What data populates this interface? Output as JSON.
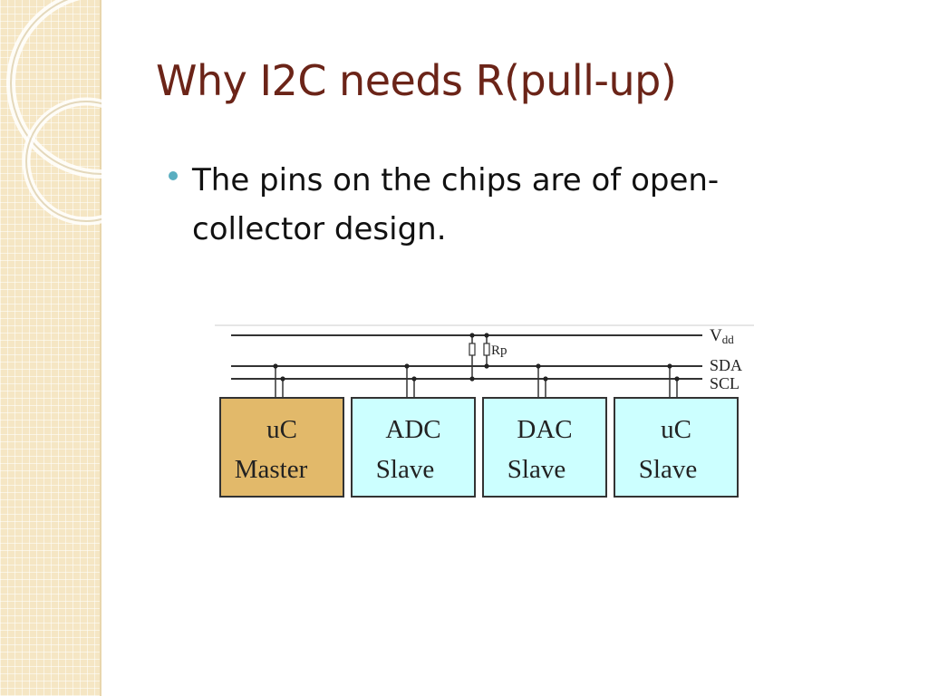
{
  "slide": {
    "title": "Why I2C needs R(pull-up)",
    "bullets": [
      "The pins on the chips are of open-collector design."
    ]
  },
  "diagram": {
    "bus_labels": {
      "vdd_main": "V",
      "vdd_sub": "dd",
      "sda": "SDA",
      "scl": "SCL"
    },
    "resistor_label": "Rp",
    "devices": [
      {
        "line1": "uC",
        "line2": "Master",
        "role": "master"
      },
      {
        "line1": "ADC",
        "line2": "Slave",
        "role": "slave"
      },
      {
        "line1": "DAC",
        "line2": "Slave",
        "role": "slave"
      },
      {
        "line1": "uC",
        "line2": "Slave",
        "role": "slave"
      }
    ]
  },
  "colors": {
    "title": "#6b2418",
    "bullet": "#5aaec0",
    "master_fill": "#e2b96a",
    "slave_fill": "#ccffff",
    "side_panel": "#f5e6c4"
  }
}
